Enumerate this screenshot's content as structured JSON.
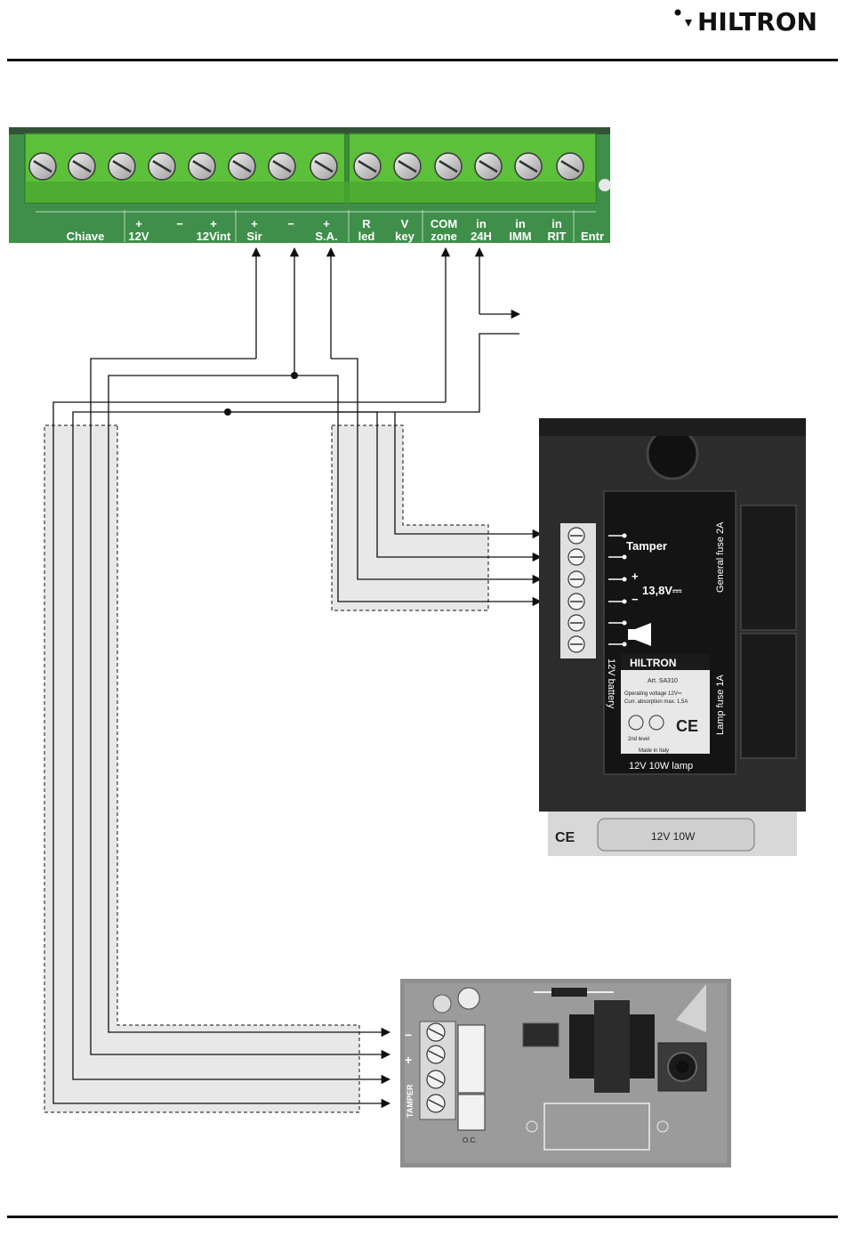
{
  "header": {
    "logo_text": "HILTRON",
    "accent": "#111111"
  },
  "terminal_block": {
    "color": "#5cc03a",
    "pcb_color": "#3f8f4a",
    "labels": [
      {
        "top": "",
        "bottom": "Chiave"
      },
      {
        "top": "+",
        "bottom": "12V"
      },
      {
        "top": "−",
        "bottom": ""
      },
      {
        "top": "+",
        "bottom": "12Vint"
      },
      {
        "top": "+",
        "bottom": "Sir"
      },
      {
        "top": "−",
        "bottom": ""
      },
      {
        "top": "+",
        "bottom": "S.A."
      },
      {
        "top": "R",
        "bottom": "led"
      },
      {
        "top": "V",
        "bottom": "key"
      },
      {
        "top": "COM",
        "bottom": "zone"
      },
      {
        "top": "in",
        "bottom": "24H"
      },
      {
        "top": "in",
        "bottom": "IMM"
      },
      {
        "top": "in",
        "bottom": "RIT"
      },
      {
        "top": "",
        "bottom": "Entr"
      }
    ]
  },
  "siren_module": {
    "tamper_label": "Tamper",
    "voltage_label": "13,8V⎓",
    "general_fuse": "General fuse 2A",
    "lamp_fuse": "Lamp fuse 1A",
    "battery_label": "12V battery",
    "lamp_label": "12V 10W lamp",
    "brand": "HILTRON",
    "art": "Art. SA310",
    "operating": "Operating voltage 12V⎓",
    "current": "Curr. absorption max. 1,5A",
    "level": "2nd level",
    "made_in": "Made in Italy",
    "ce": "CE",
    "bottom_ce": "CE",
    "bottom_lamp": "12V 10W"
  },
  "tamper_board": {
    "minus": "−",
    "plus": "+",
    "tamper": "TAMPER",
    "oc": "O.C."
  }
}
